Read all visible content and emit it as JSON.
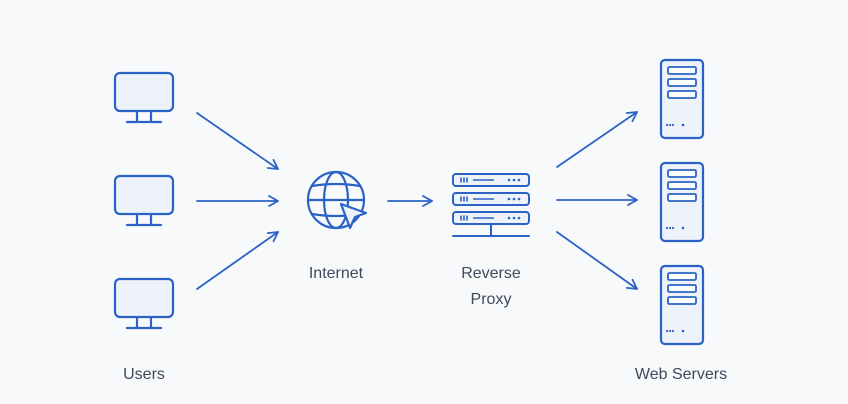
{
  "diagram": {
    "accent_color": "#2a63c5",
    "fill_color": "#edf2fb",
    "background": "#f8f9fb",
    "nodes": {
      "users": {
        "label": "Users",
        "icon": "monitor-icon",
        "count": 3
      },
      "internet": {
        "label": "Internet",
        "icon": "globe-cursor-icon"
      },
      "proxy": {
        "label_line1": "Reverse",
        "label_line2": "Proxy",
        "icon": "server-rack-icon"
      },
      "web_servers": {
        "label": "Web Servers",
        "icon": "server-tower-icon",
        "count": 3
      }
    },
    "edges": [
      "users -> internet",
      "internet -> proxy",
      "proxy -> web_servers"
    ]
  }
}
